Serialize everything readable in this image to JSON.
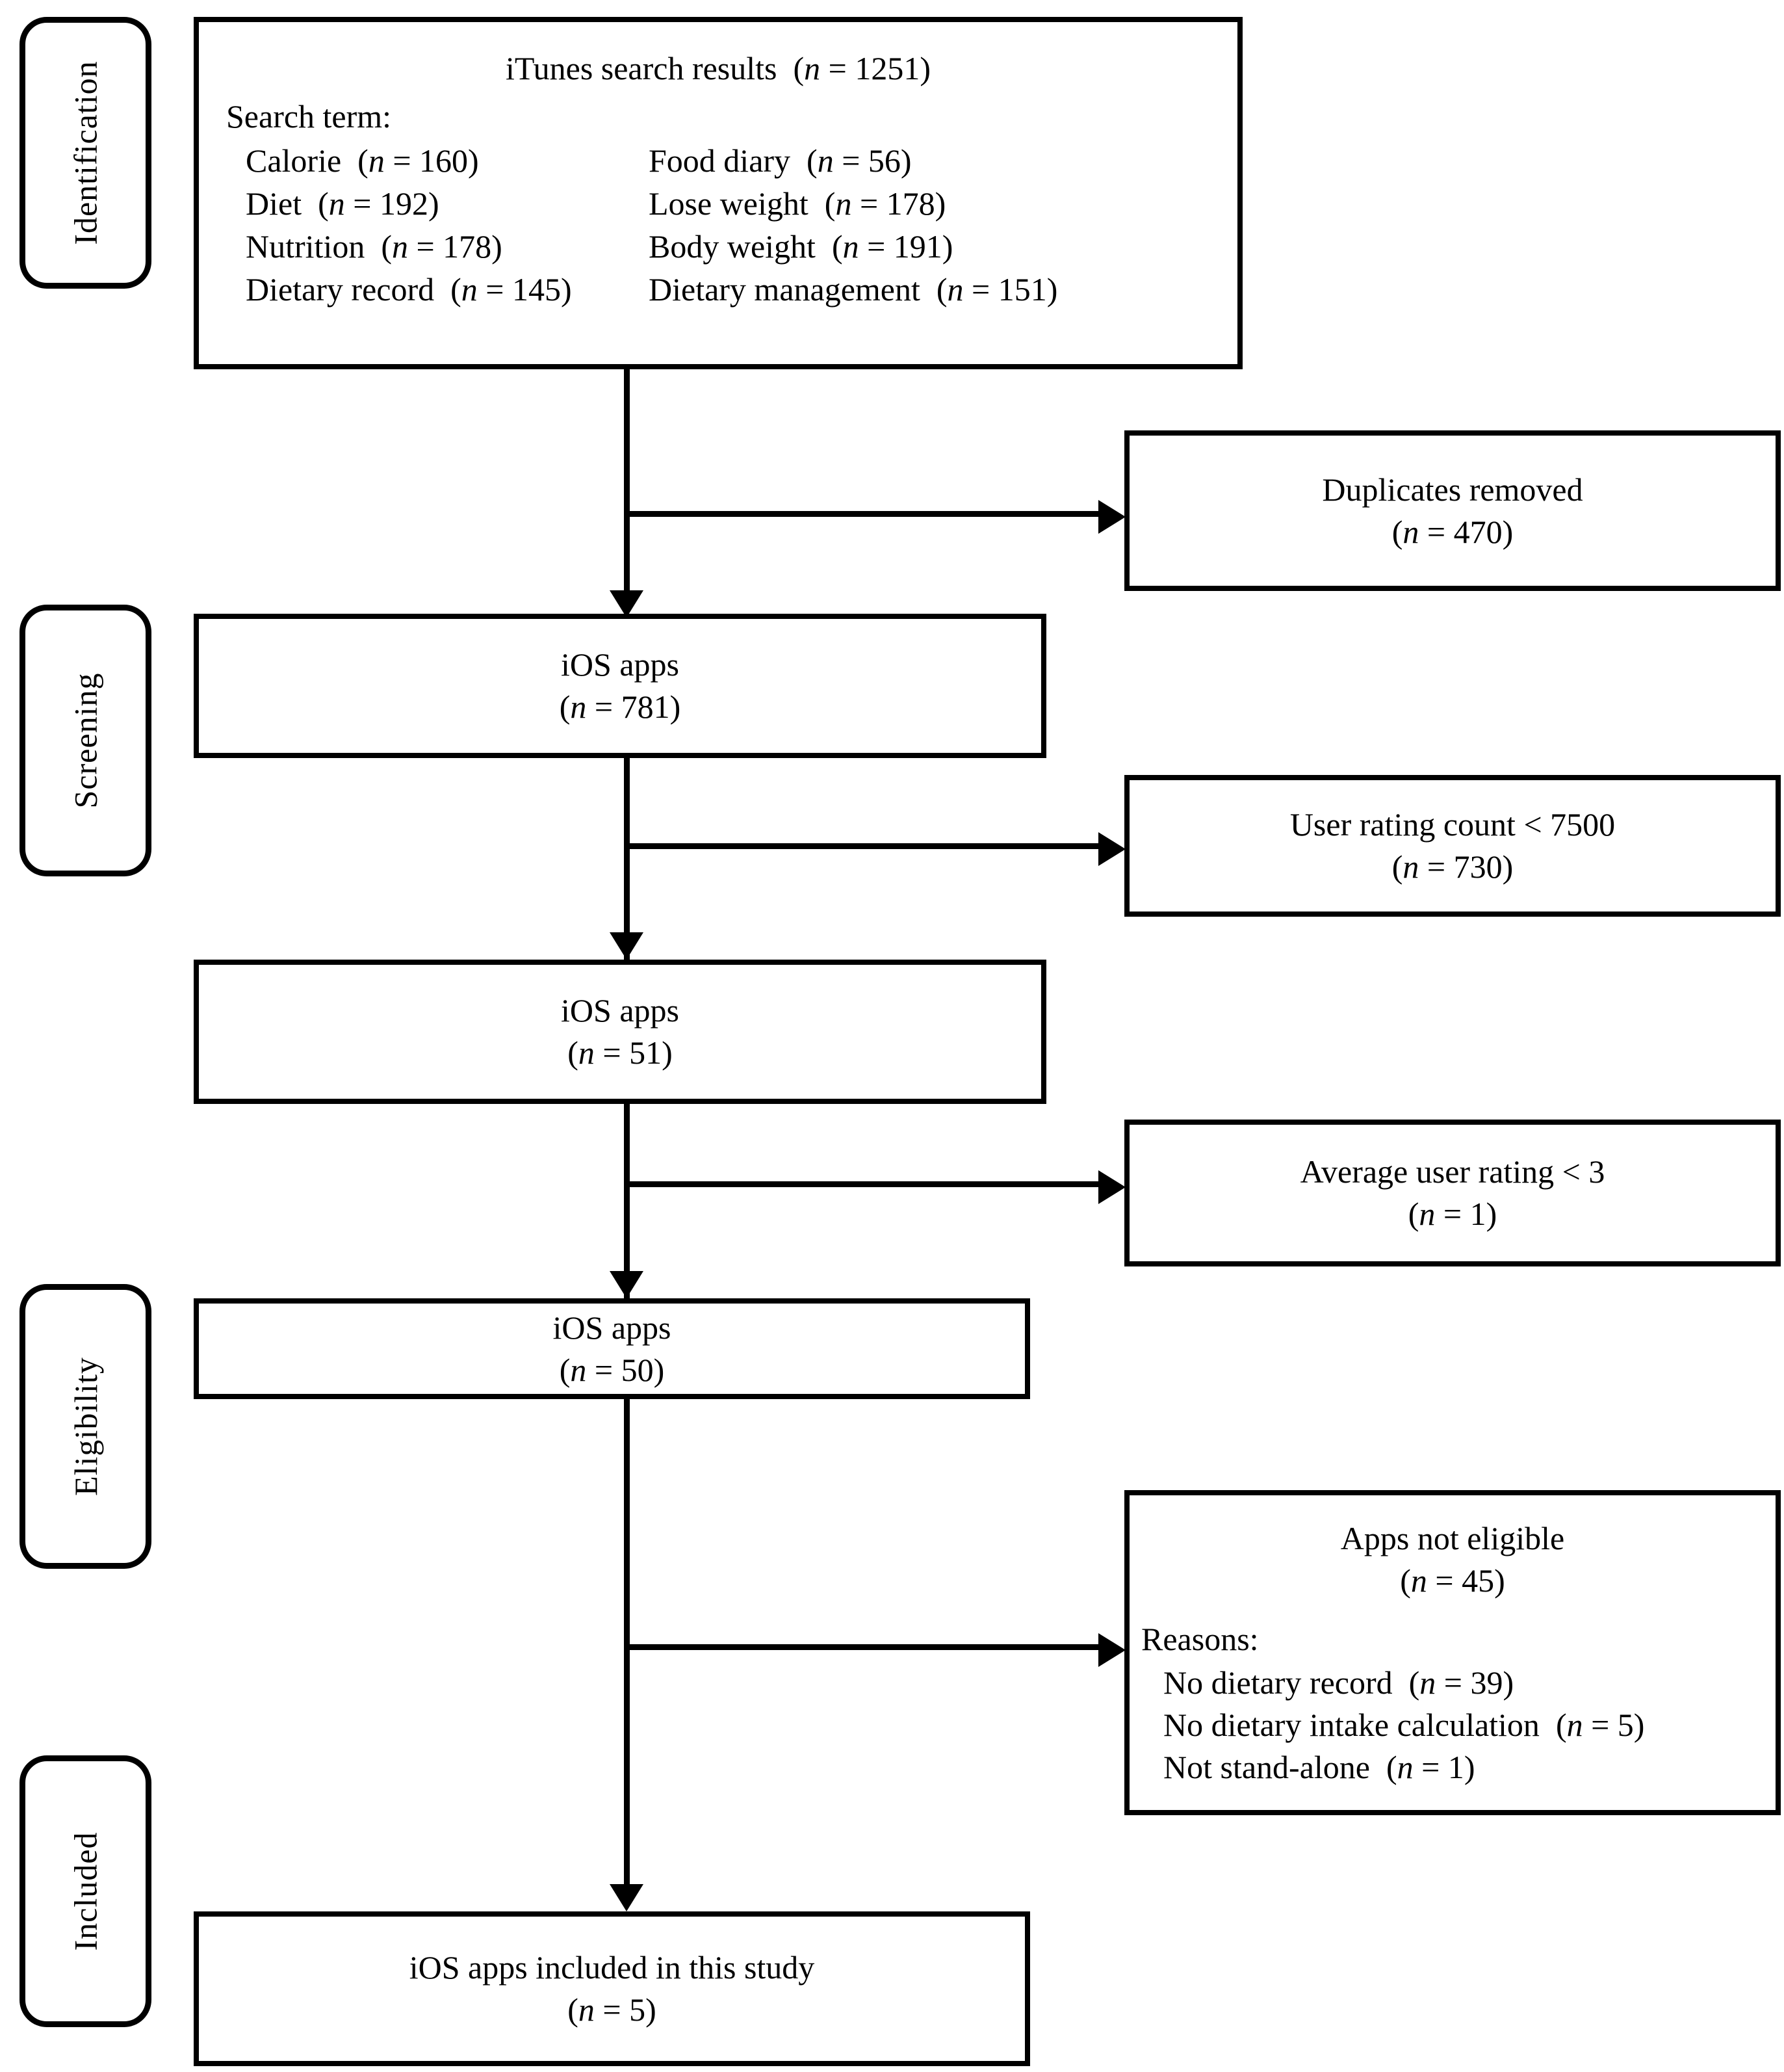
{
  "diagram": {
    "type": "prisma-flow-diagram",
    "stages": [
      {
        "id": "identification",
        "label": "Identification"
      },
      {
        "id": "screening",
        "label": "Screening"
      },
      {
        "id": "eligibility",
        "label": "Eligibility"
      },
      {
        "id": "included",
        "label": "Included"
      }
    ],
    "flow_boxes": [
      {
        "id": "search-results",
        "title": "iTunes search results (n = 1251)",
        "title_text": "iTunes search results",
        "title_n": "(n = 1251)",
        "subhead": "Search term:",
        "search_terms": [
          {
            "term": "Calorie",
            "n": "(n = 160)",
            "label": "Calorie (n = 160)"
          },
          {
            "term": "Food diary",
            "n": "(n = 56)",
            "label": "Food diary (n = 56)"
          },
          {
            "term": "Diet",
            "n": "(n = 192)",
            "label": "Diet (n = 192)"
          },
          {
            "term": "Lose weight",
            "n": "(n = 178)",
            "label": "Lose weight (n = 178)"
          },
          {
            "term": "Nutrition",
            "n": "(n = 178)",
            "label": "Nutrition (n = 178)"
          },
          {
            "term": "Body weight",
            "n": "(n = 191)",
            "label": "Body weight (n = 191)"
          },
          {
            "term": "Dietary record",
            "n": "(n = 145)",
            "label": "Dietary record (n = 145)"
          },
          {
            "term": "Dietary management",
            "n": "(n = 151)",
            "label": "Dietary management (n = 151)"
          }
        ]
      },
      {
        "id": "ios-apps-781",
        "label": "iOS apps",
        "count": "(n = 781)"
      },
      {
        "id": "ios-apps-51",
        "label": "iOS apps",
        "count": "(n = 51)"
      },
      {
        "id": "ios-apps-50",
        "label": "iOS apps",
        "count": "(n = 50)"
      },
      {
        "id": "ios-apps-included",
        "label": "iOS apps included in this study",
        "count": "(n = 5)"
      }
    ],
    "exclusion_boxes": [
      {
        "id": "duplicates-removed",
        "label": "Duplicates removed",
        "count": "(n = 470)"
      },
      {
        "id": "user-rating-count",
        "label": "User rating count < 7500",
        "count": "(n = 730)"
      },
      {
        "id": "average-user-rating",
        "label": "Average user rating < 3",
        "count": "(n = 1)"
      },
      {
        "id": "apps-not-eligible",
        "label": "Apps not eligible",
        "count": "(n = 45)",
        "reasons_head": "Reasons:",
        "reasons": [
          {
            "text": "No dietary record",
            "n": "(n = 39)",
            "label": "No dietary record (n = 39)"
          },
          {
            "text": "No dietary intake calculation",
            "n": "(n = 5)",
            "label": "No dietary intake calculation (n = 5)"
          },
          {
            "text": "Not stand-alone",
            "n": "(n = 1)",
            "label": "Not stand-alone (n = 1)"
          }
        ]
      }
    ],
    "colors": {
      "stroke": "#000000",
      "background": "#ffffff",
      "text": "#000000"
    }
  }
}
